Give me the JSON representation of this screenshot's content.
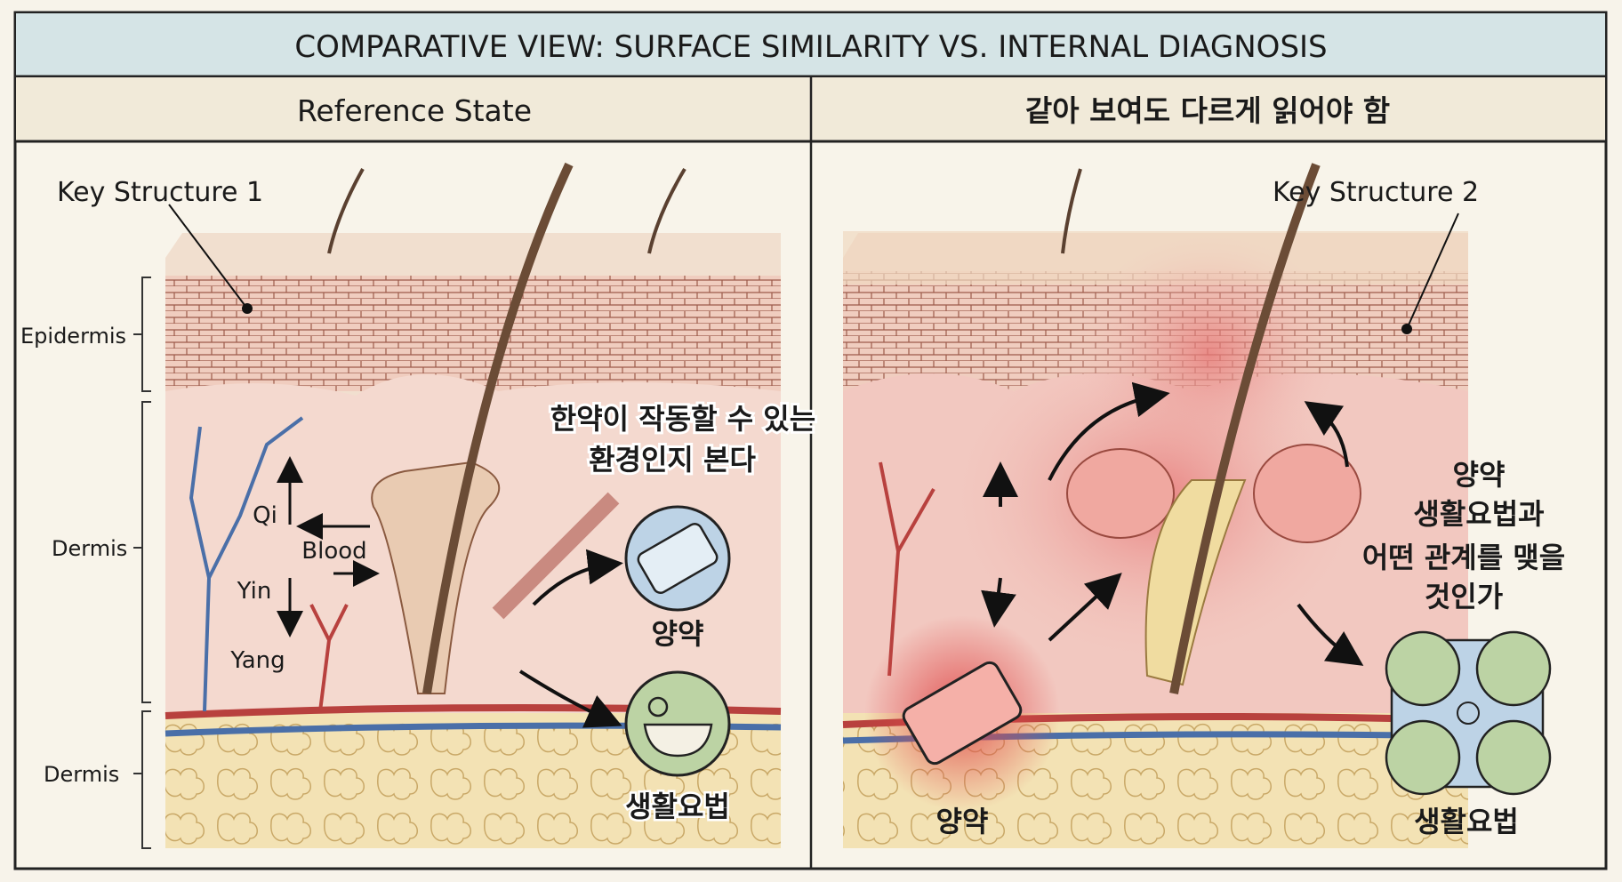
{
  "title": "COMPARATIVE VIEW: SURFACE SIMILARITY VS. INTERNAL DIAGNOSIS",
  "left_panel": {
    "header": "Reference State",
    "key_label": "Key Structure 1",
    "layers": [
      "Epidermis",
      "Dermis",
      "Dermis"
    ],
    "flow": {
      "qi": "Qi",
      "blood": "Blood",
      "yin": "Yin",
      "yang": "Yang"
    },
    "caption_line1": "한약이 작동할 수 있는",
    "caption_line2": "환경인지 본다",
    "pill_label": "양약",
    "lifestyle_label": "생활요법",
    "state": "healthy"
  },
  "right_panel": {
    "header": "같아 보여도 다르게 읽어야 함",
    "key_label": "Key Structure 2",
    "question_lines": [
      "양약",
      "생활요법과",
      "어떤 관계를 맺을",
      "것인가"
    ],
    "pill_label": "양약",
    "lifestyle_label": "생활요법",
    "state": "inflamed"
  },
  "colors": {
    "title_band": "#d5e4e6",
    "header_band": "#f1ead9",
    "skin": "#f3d6cc",
    "inflamed": "#e8868a",
    "fat": "#f2e0b0",
    "artery": "#b8413e",
    "vein": "#4a6fa8",
    "pill_circle": "#bdd3e6",
    "lifestyle_circle": "#bcd3a4"
  }
}
